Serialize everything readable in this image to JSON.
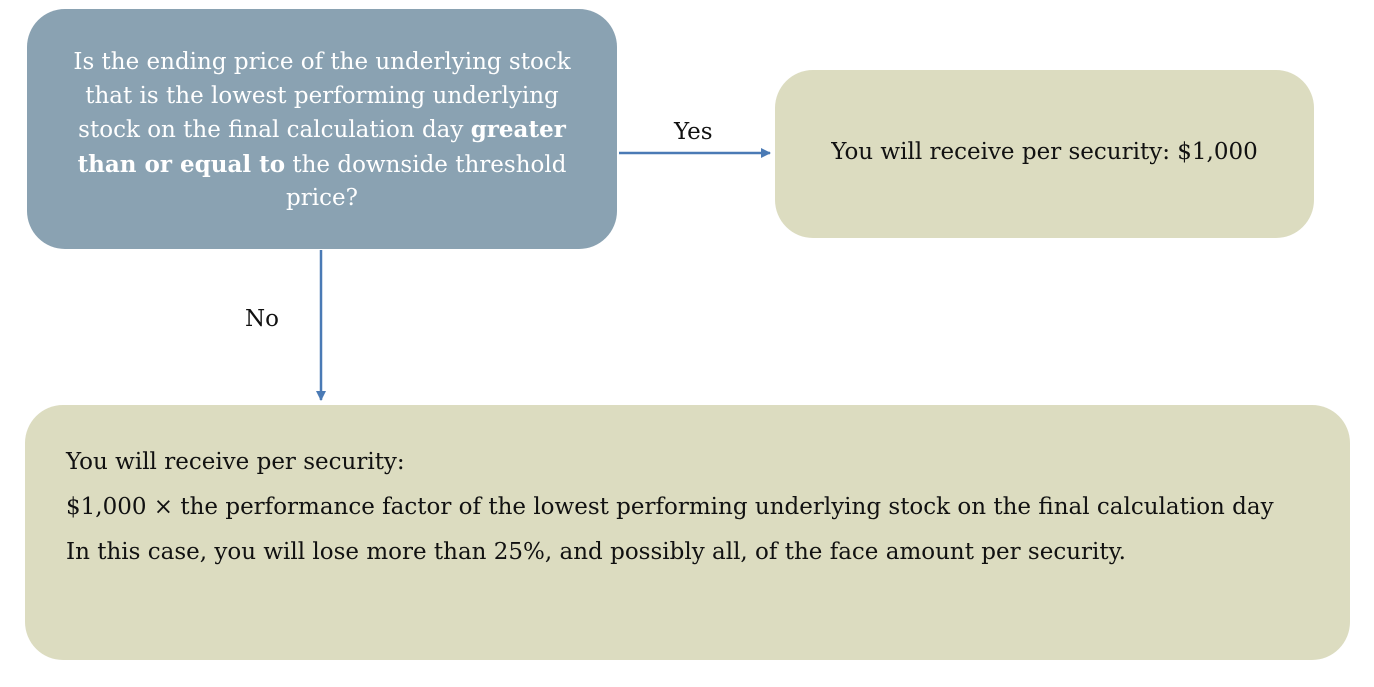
{
  "question": {
    "part1": "Is the ending price of the underlying stock that is the lowest performing underlying stock on the final calculation day ",
    "bold": "greater than or equal to",
    "part2": " the downside threshold price?"
  },
  "yes_label": "Yes",
  "no_label": "No",
  "yes_outcome": "You will receive per security: $1,000",
  "no_outcome": {
    "line1": "You will receive per security:",
    "line2": "$1,000 × the performance factor of the lowest performing underlying stock on the final calculation day",
    "line3": "In this case, you will lose more than 25%, and possibly all, of the face amount per security."
  },
  "colors": {
    "question_fill": "#8aa2b2",
    "outcome_fill": "#dcdcc0",
    "arrow": "#4a7ab5"
  }
}
